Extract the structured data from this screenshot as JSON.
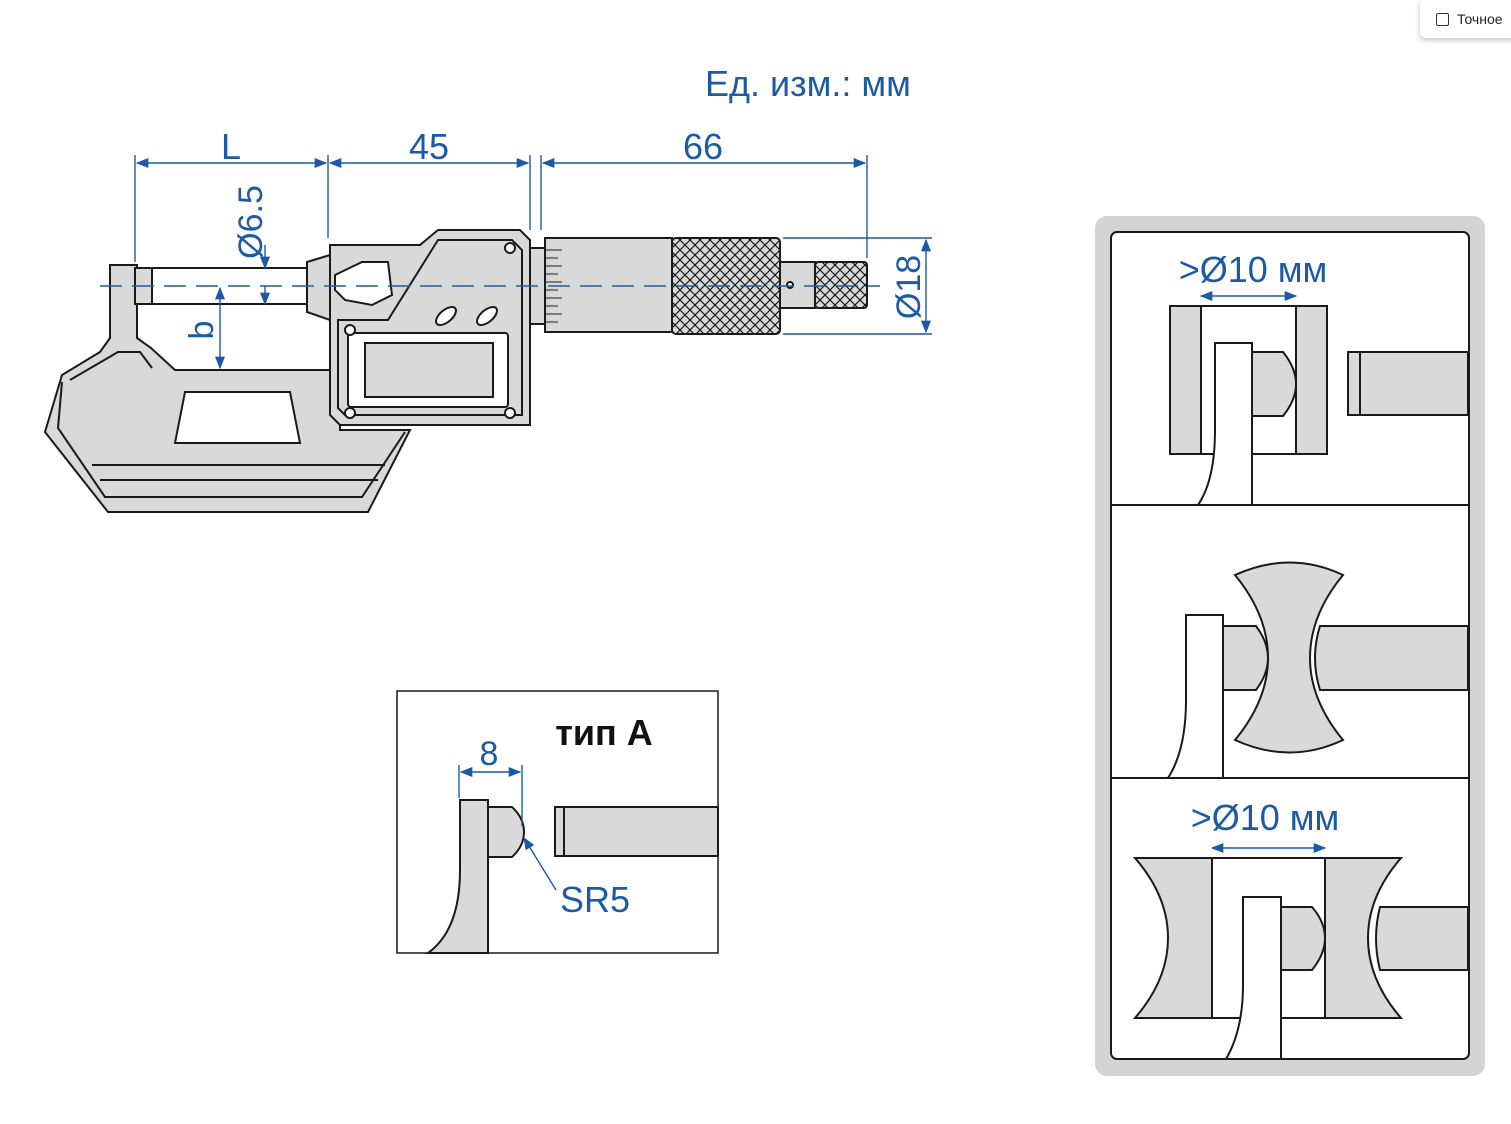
{
  "units_label": "Ед. изм.: мм",
  "checkbox": {
    "label": "Точное",
    "checked": false
  },
  "micrometer": {
    "dim_L": "L",
    "dim_45": "45",
    "dim_66": "66",
    "dim_spindle_dia": "Ø6.5",
    "dim_b": "b",
    "dim_thimble_dia": "Ø18"
  },
  "type_a": {
    "title": "тип A",
    "dim_width": "8",
    "dim_radius": "SR5"
  },
  "applications": {
    "top_label": ">Ø10 мм",
    "bottom_label": ">Ø10 мм"
  },
  "colors": {
    "dimension": "#1c5aa6",
    "part_fill": "#d9d9d9",
    "panel_bg": "#d4d4d4"
  }
}
